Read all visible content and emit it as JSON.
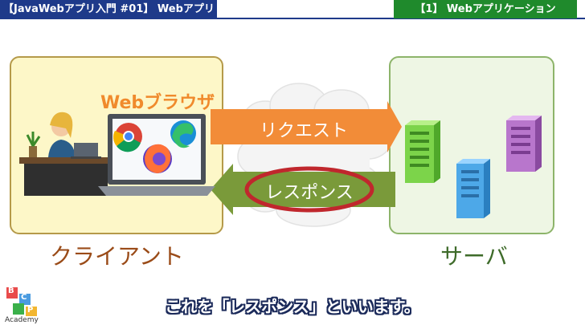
{
  "header": {
    "left_title": "【JavaWebアプリ入門 #01】 Webアプリ",
    "right_title": "【1】 Webアプリケーション"
  },
  "client": {
    "browser_label": "Webブラウザ",
    "label": "クライアント"
  },
  "server": {
    "label": "サーバ"
  },
  "arrows": {
    "request": "リクエスト",
    "response": "レスポンス"
  },
  "subtitle": "これを「レスポンス」といいます。",
  "logo": {
    "letters": [
      "B",
      "C",
      "P"
    ],
    "text": "Academy"
  },
  "colors": {
    "header_left": "#1e3a8a",
    "header_right": "#1f8a2c",
    "request_arrow": "#f28c38",
    "response_arrow": "#7a9a3a",
    "highlight_ring": "#c0272d"
  }
}
